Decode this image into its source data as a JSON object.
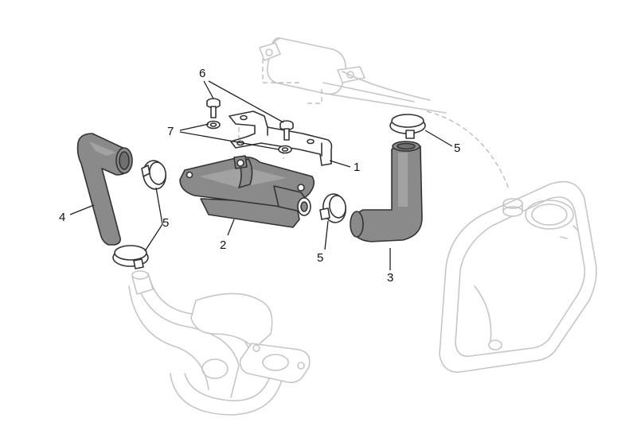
{
  "callouts": {
    "c1": "1",
    "c2": "2",
    "c3": "3",
    "c4": "4",
    "c5_left": "5",
    "c5_middle": "5",
    "c5_right": "5",
    "c6": "6",
    "c7": "7"
  },
  "colors": {
    "hose": "#8a8a8a",
    "outline": "#333333",
    "ghost_parts": "#c6c6c6",
    "background": "#ffffff"
  }
}
